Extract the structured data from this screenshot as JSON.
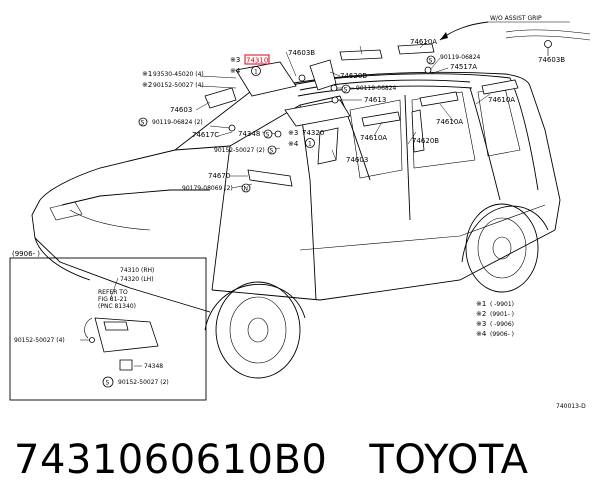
{
  "diagram": {
    "header_note": "W/O ASSIST GRIP",
    "highlight_part": "74310",
    "drawing_code": "740013-D",
    "inset": {
      "date_range": "(9906- )",
      "rh_part": "74310 (RH)",
      "lh_part": "74320 (LH)",
      "refer_line1": "REFER TO",
      "refer_line2": "FIG 81-21",
      "refer_line3": "(PNC 81340)",
      "screw_a": "90152-50027 (4)",
      "clip": "74348",
      "screw_b": "90152-50027 (2)"
    },
    "labels": [
      {
        "id": "l-74610a-top",
        "text": "74610A"
      },
      {
        "id": "l-74603b-top",
        "text": "74603B"
      },
      {
        "id": "l-90119-1",
        "text": "90119-06824"
      },
      {
        "id": "l-74517a",
        "text": "74517A"
      },
      {
        "id": "l-74603b-r",
        "text": "74603B"
      },
      {
        "id": "l-74620b-a",
        "text": "74620B"
      },
      {
        "id": "l-90119-2",
        "text": "90119-06824"
      },
      {
        "id": "l-74613",
        "text": "74613"
      },
      {
        "id": "l-74610a-r",
        "text": "74610A"
      },
      {
        "id": "l-74610a-m",
        "text": "74610A"
      },
      {
        "id": "l-74610a-c",
        "text": "74610A"
      },
      {
        "id": "l-74620b-b",
        "text": "74620B"
      },
      {
        "id": "l-74603-c",
        "text": "74603"
      },
      {
        "id": "l-93530",
        "text": "93530-45020 (4)"
      },
      {
        "id": "l-90152-1",
        "text": "90152-50027 (4)"
      },
      {
        "id": "l-74603-l",
        "text": "74603"
      },
      {
        "id": "l-90119-3",
        "text": "90119-06824 (2)"
      },
      {
        "id": "l-74617c",
        "text": "74617C"
      },
      {
        "id": "l-74348",
        "text": "74348"
      },
      {
        "id": "l-74320",
        "text": "74320"
      },
      {
        "id": "l-90152-2",
        "text": "90152-50027 (2)"
      },
      {
        "id": "l-74670",
        "text": "74670"
      },
      {
        "id": "l-90179",
        "text": "90179-08069 (2)"
      }
    ],
    "markers": {
      "m1": "※1",
      "m2": "※2",
      "m3": "※3",
      "m4": "※4",
      "c1": "1",
      "s": "S",
      "n": "N"
    },
    "legend": [
      {
        "mark": "※1",
        "range": "(    -9901)"
      },
      {
        "mark": "※2",
        "range": "(9901-    )"
      },
      {
        "mark": "※3",
        "range": "(    -9906)"
      },
      {
        "mark": "※4",
        "range": "(9906-    )"
      }
    ]
  },
  "caption": {
    "part_number": "7431060610B0",
    "brand": "TOYOTA"
  }
}
